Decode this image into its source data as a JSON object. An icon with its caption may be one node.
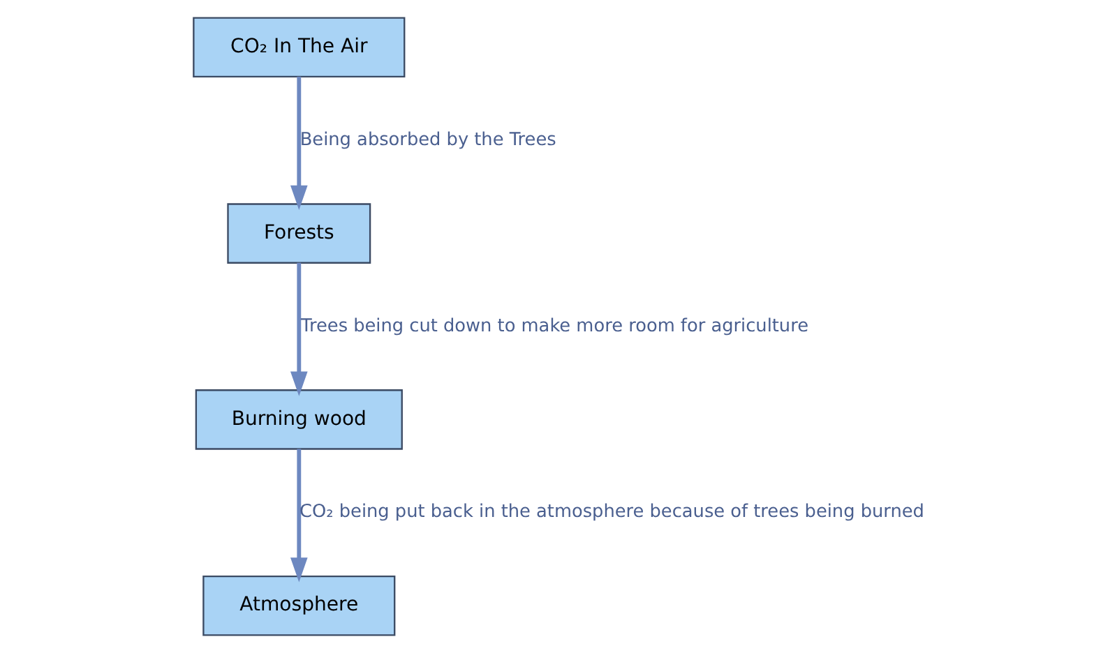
{
  "diagram": {
    "nodes": [
      {
        "text": [
          "Atmosphere"
        ]
      },
      {
        "text": [
          "CO₂ In The Air"
        ]
      },
      {
        "text": [
          "Forests"
        ]
      },
      {
        "text": [
          "Burning wood"
        ]
      }
    ],
    "edges": [
      {
        "from": 1,
        "to": 2,
        "arrow": "to",
        "label": "Being absorbed by the Trees"
      },
      {
        "from": 2,
        "to": 3,
        "arrow": "to",
        "label": "Trees being cut down to make more room for agriculture"
      },
      {
        "from": 3,
        "to": 0,
        "arrow": "to",
        "label": "CO₂ being put back in the atmosphere because of trees being burned"
      }
    ]
  }
}
